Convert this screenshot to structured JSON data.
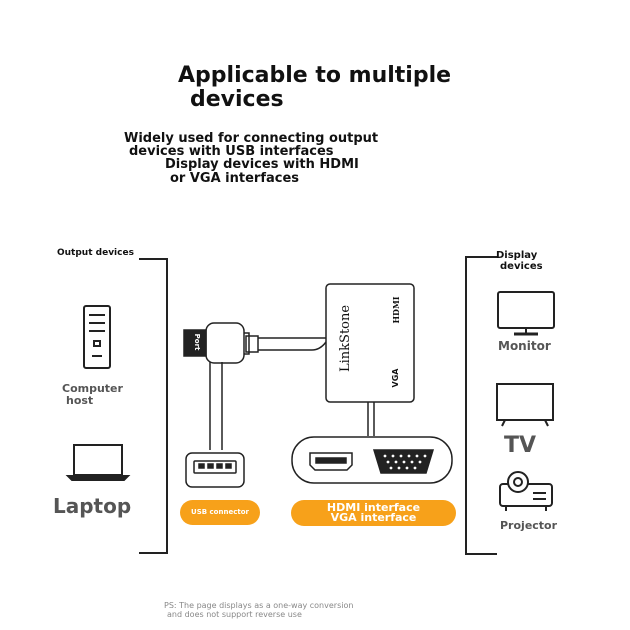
{
  "title": {
    "line1": "Applicable to multiple",
    "line2": "devices"
  },
  "subtitle": {
    "line1": "Widely used for connecting output",
    "line2": "devices with USB interfaces",
    "line3": "Display devices with HDMI",
    "line4": "or VGA interfaces"
  },
  "left_panel": {
    "heading": "Output devices",
    "computer_label_1": "Computer",
    "computer_label_2": "host",
    "laptop_label": "Laptop",
    "icons": [
      "computer-tower-icon",
      "laptop-icon"
    ]
  },
  "right_panel": {
    "heading_1": "Display",
    "heading_2": "devices",
    "monitor_label": "Monitor",
    "tv_label": "TV",
    "projector_label": "Projector",
    "icons": [
      "monitor-icon",
      "tv-icon",
      "projector-icon"
    ]
  },
  "adapter": {
    "brand": "LinkStone",
    "hdmi_label": "HDMI",
    "vga_label": "VGA",
    "port_label": "Port"
  },
  "pills": {
    "usb": "USB connector",
    "hdmi_line1": "HDMI interface",
    "hdmi_line2": "VGA interface",
    "color": "#f7a11a"
  },
  "footnote": {
    "line1": "PS: The page displays as a one-way conversion",
    "line2": "and does not support reverse use"
  }
}
